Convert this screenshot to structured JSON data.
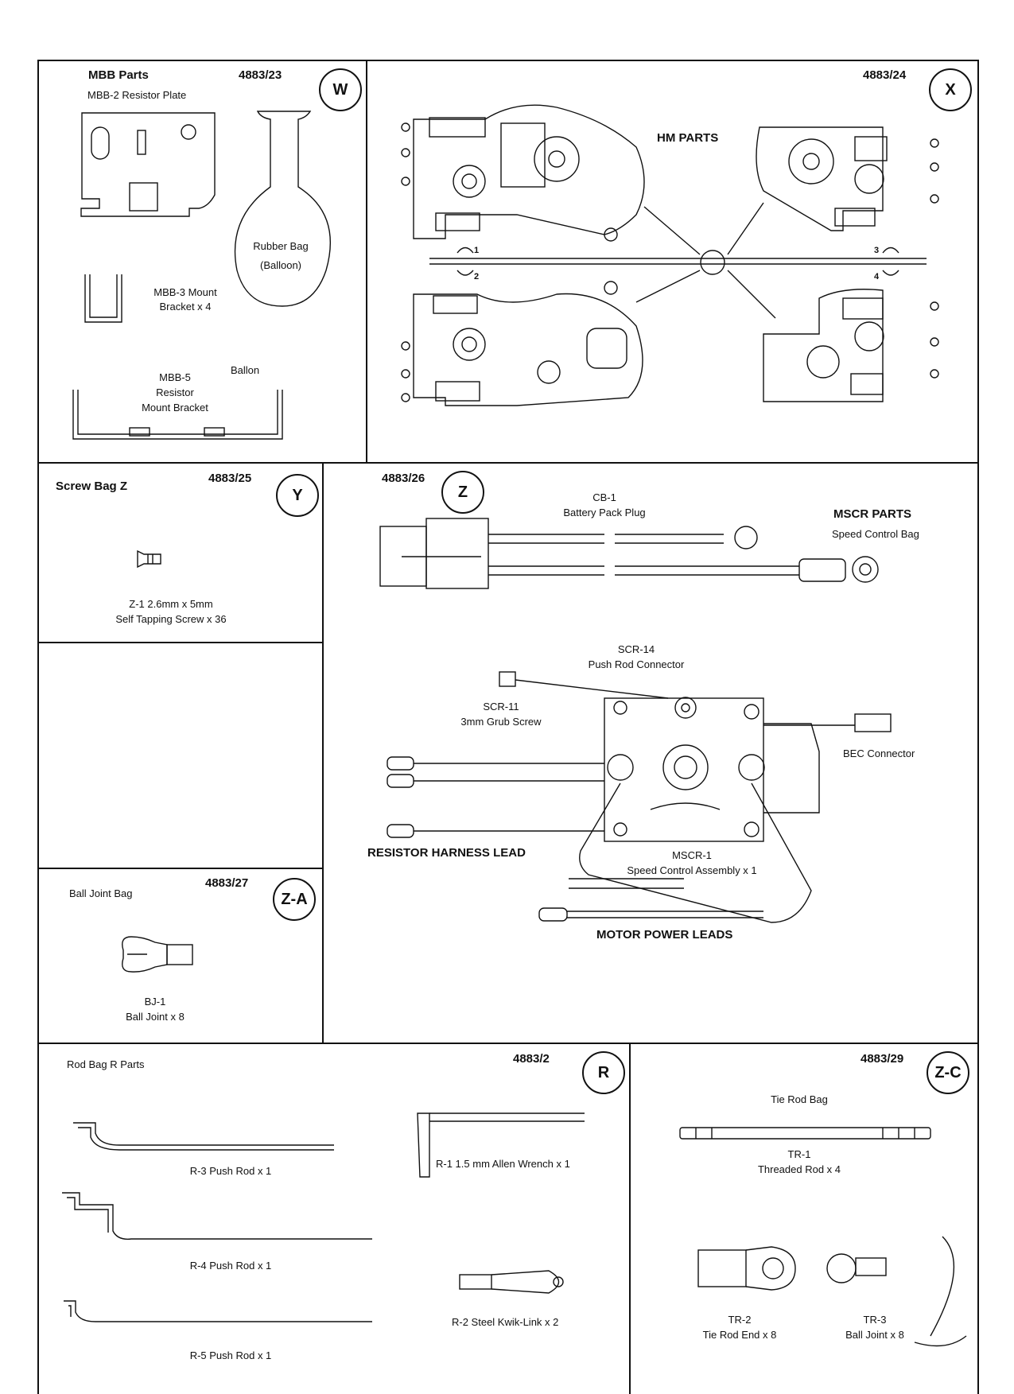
{
  "panels": {
    "w": {
      "title": "MBB Parts",
      "code": "4883/23",
      "badge": "W",
      "parts": {
        "resistor_plate": "MBB-2 Resistor Plate",
        "rubber_bag": "Rubber Bag",
        "rubber_bag_note": "(Balloon)",
        "mount_bracket_line1": "MBB-3 Mount",
        "mount_bracket_line2": "Bracket x 4",
        "ballon": "Ballon",
        "resistor_bracket_line1": "MBB-5",
        "resistor_bracket_line2": "Resistor",
        "resistor_bracket_line3": "Mount Bracket"
      }
    },
    "x": {
      "code": "4883/24",
      "badge": "X",
      "title": "HM PARTS",
      "sprue_numbers": [
        "1",
        "2",
        "3",
        "4"
      ]
    },
    "y": {
      "title": "Screw Bag Z",
      "code": "4883/25",
      "badge": "Y",
      "part_line1": "Z-1  2.6mm x 5mm",
      "part_line2": "Self Tapping Screw x 36"
    },
    "z": {
      "code": "4883/26",
      "badge": "Z",
      "title": "MSCR PARTS",
      "subtitle": "Speed Control Bag",
      "cb1_line1": "CB-1",
      "cb1_line2": "Battery Pack Plug",
      "scr14_line1": "SCR-14",
      "scr14_line2": "Push Rod Connector",
      "scr11_line1": "SCR-11",
      "scr11_line2": "3mm Grub Screw",
      "bec": "BEC Connector",
      "resistor_harness": "RESISTOR HARNESS LEAD",
      "mscr1_line1": "MSCR-1",
      "mscr1_line2": "Speed Control Assembly x 1",
      "motor_leads": "MOTOR POWER LEADS"
    },
    "za": {
      "title": "Ball Joint Bag",
      "code": "4883/27",
      "badge": "Z-A",
      "part_line1": "BJ-1",
      "part_line2": "Ball Joint x 8"
    },
    "r": {
      "title": "Rod Bag R Parts",
      "code": "4883/2",
      "badge": "R",
      "r3": "R-3 Push Rod x 1",
      "r4": "R-4 Push Rod x 1",
      "r5": "R-5 Push Rod x 1",
      "r1": "R-1  1.5 mm Allen Wrench x 1",
      "r2": "R-2 Steel Kwik-Link x 2"
    },
    "zc": {
      "code": "4883/29",
      "badge": "Z-C",
      "title": "Tie Rod Bag",
      "tr1_line1": "TR-1",
      "tr1_line2": "Threaded Rod x 4",
      "tr2_line1": "TR-2",
      "tr2_line2": "Tie Rod End x 8",
      "tr3_line1": "TR-3",
      "tr3_line2": "Ball Joint x 8"
    }
  }
}
